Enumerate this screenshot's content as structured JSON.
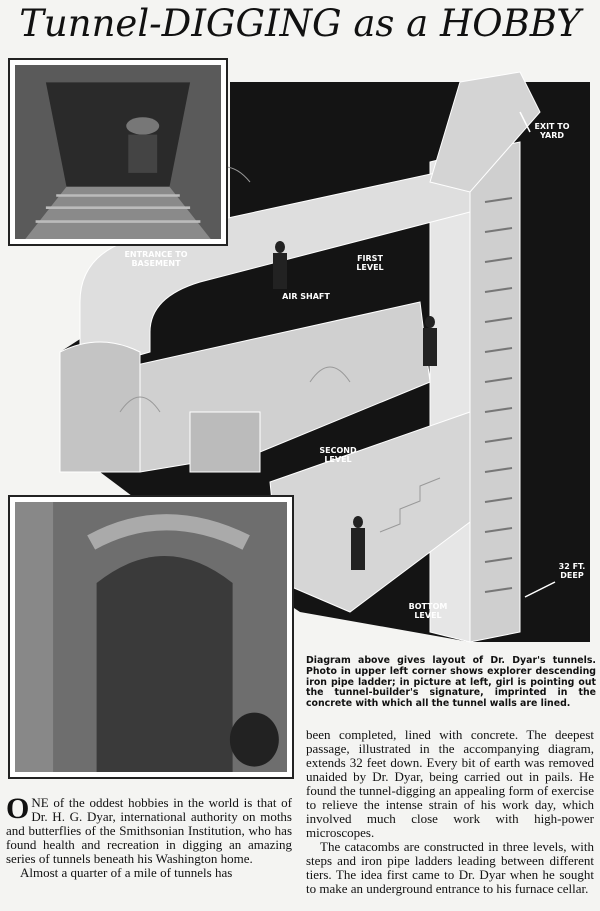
{
  "title": "Tunnel-DIGGING as a HOBBY",
  "diagram_labels": {
    "exit_to_yard": "EXIT TO YARD",
    "entrance_to_basement": "ENTRANCE TO BASEMENT",
    "first_level": "FIRST LEVEL",
    "air_shaft": "AIR SHAFT",
    "second_level": "SECOND LEVEL",
    "depth": "32 FT. DEEP",
    "bottom_level": "BOTTOM LEVEL"
  },
  "caption": "Diagram above gives layout of Dr. Dyar's tunnels. Photo in upper left corner shows explorer descending iron pipe ladder; in picture at left, girl is pointing out the tunnel-builder's signature, imprinted in the concrete with which all the tunnel walls are lined.",
  "article": {
    "drop_cap": "O",
    "p1": "NE of the oddest hobbies in the world is that of Dr. H. G. Dyar, international authority on moths and butterflies of the Smithsonian Institution, who has found health and recreation in digging an amazing series of tunnels beneath his Washington home.",
    "p2a": "Almost a quarter of a mile of tunnels has",
    "p2b": "been completed, lined with concrete. The deepest passage, illustrated in the accompanying diagram, extends 32 feet down. Every bit of earth was removed unaided by Dr. Dyar, being carried out in pails. He found the tunnel-digging an appealing form of exercise to relieve the intense strain of his work day, which involved much close work with high-power microscopes.",
    "p3": "The catacombs are constructed in three levels, with steps and iron pipe ladders leading between different tiers. The idea first came to Dr. Dyar when he sought to make an underground entrance to his furnace cellar."
  }
}
